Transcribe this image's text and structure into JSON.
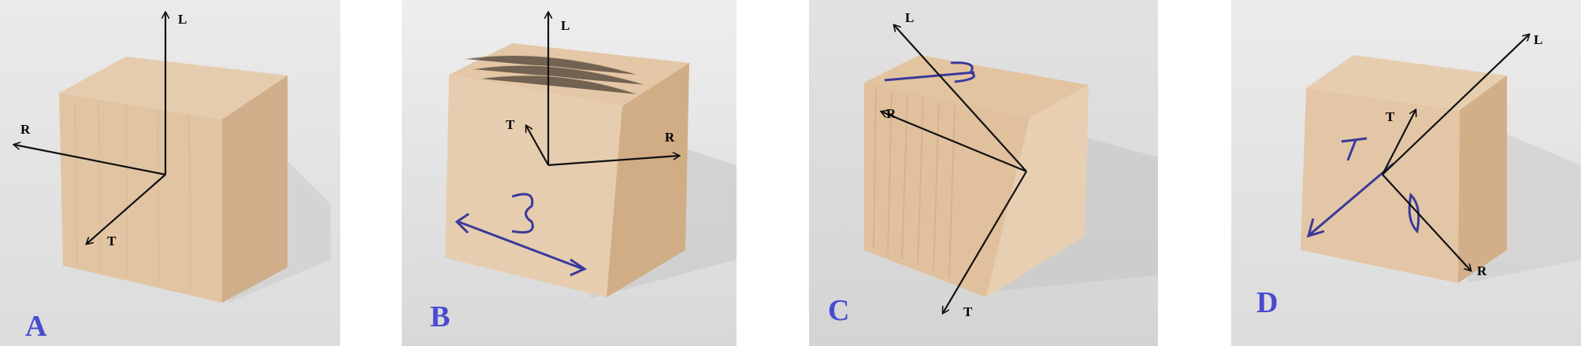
{
  "colors": {
    "panel_letter": "#4a4ad0",
    "axis_stroke": "#111111",
    "ink": "#3a3a9a",
    "wood_light": "#e9d2b6",
    "wood_mid": "#d7b895",
    "wood_dark": "#c09a74",
    "background": "#e4e4e4"
  },
  "panels": [
    {
      "letter": "A",
      "axes": {
        "L": "L",
        "R": "R",
        "T": "T"
      }
    },
    {
      "letter": "B",
      "axes": {
        "L": "L",
        "R": "R",
        "T": "T"
      },
      "marking": "3"
    },
    {
      "letter": "C",
      "axes": {
        "L": "L",
        "R": "R",
        "T": "T"
      },
      "marking": "3"
    },
    {
      "letter": "D",
      "axes": {
        "L": "L",
        "R": "R",
        "T": "T"
      },
      "marking": "T"
    }
  ]
}
